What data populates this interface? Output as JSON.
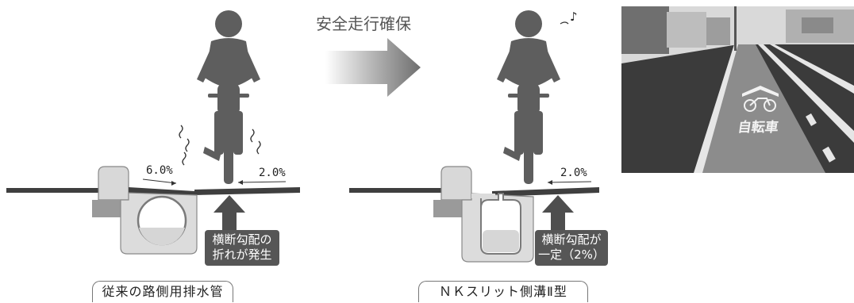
{
  "header": {
    "transition_label": "安全走行確保"
  },
  "left_panel": {
    "slope_road": "6.0%",
    "slope_lane": "2.0%",
    "callout_line1": "横断勾配の",
    "callout_line2": "折れが発生",
    "caption": "従来の路側用排水管"
  },
  "right_panel": {
    "slope_lane": "2.0%",
    "callout_line1": "横断勾配が",
    "callout_line2": "一定（2%）",
    "caption": "ＮＫスリット側溝Ⅱ型",
    "music_note": "♪"
  },
  "photo": {
    "road_marking_text": "自転車",
    "colors": {
      "asphalt": "#3b3b3b",
      "lane": "#8c8c8c",
      "sky": "#d9d9d9"
    }
  },
  "colors": {
    "silhouette": "#5e5e5e",
    "road": "#3f3f3f",
    "concrete": "#dcdcdc",
    "arrow": "#4e4e4e",
    "callout": "#565656"
  }
}
